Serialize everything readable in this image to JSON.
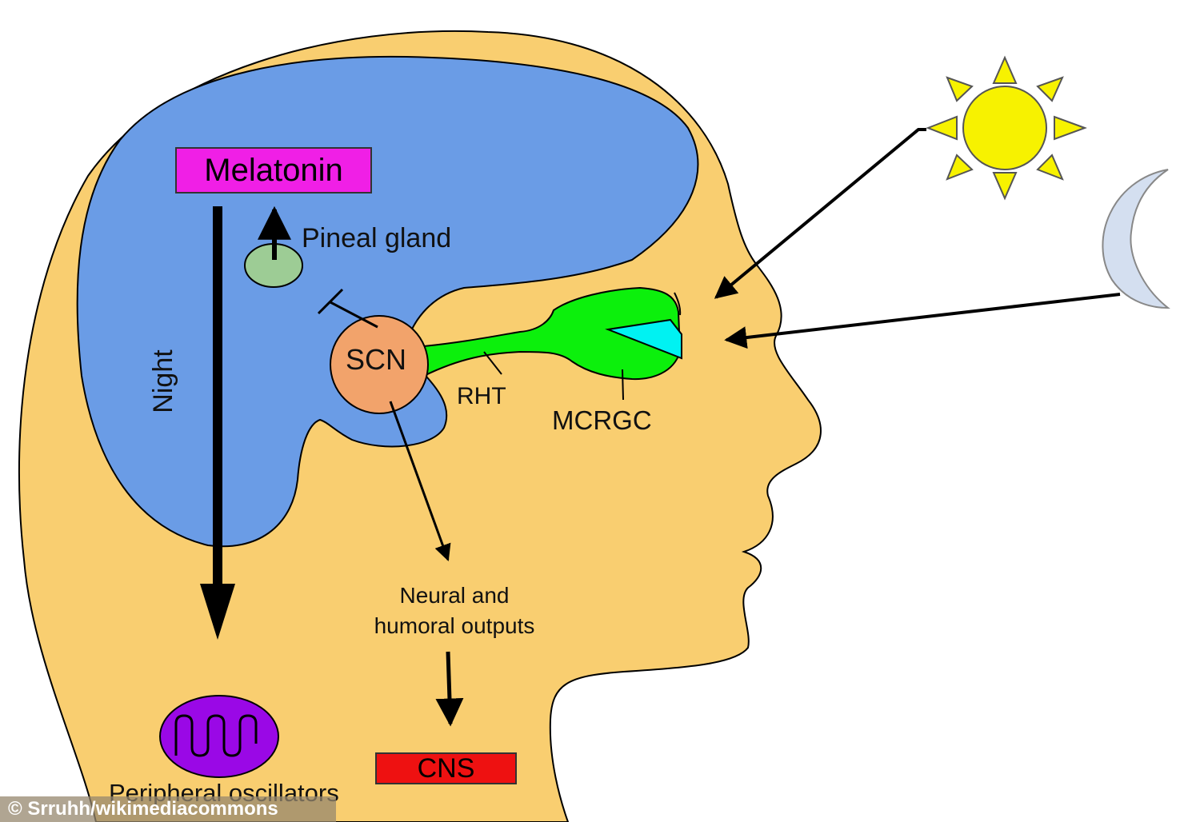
{
  "labels": {
    "melatonin": "Melatonin",
    "pineal_gland": "Pineal gland",
    "scn": "SCN",
    "rht": "RHT",
    "mcrgc": "MCRGC",
    "night": "Night",
    "outputs_line1": "Neural and",
    "outputs_line2": "humoral outputs",
    "cns": "CNS",
    "peripheral_oscillators": "Peripheral oscillators"
  },
  "credit": "© Srruhh/wikimediacommons",
  "colors": {
    "head": "#F9CE70",
    "brain": "#6A9CE6",
    "melatonin_box": "#F01FE6",
    "cns_box": "#EE1111",
    "scn": "#F2A36B",
    "pineal": "#9DCC95",
    "eye_pathway": "#0CF00C",
    "cornea": "#00F2F2",
    "sun": "#F7F200",
    "moon": "#D4DFF0",
    "oscillator": "#9A08E6"
  },
  "icons": [
    "sun-icon",
    "moon-icon",
    "sine-wave-icon"
  ]
}
